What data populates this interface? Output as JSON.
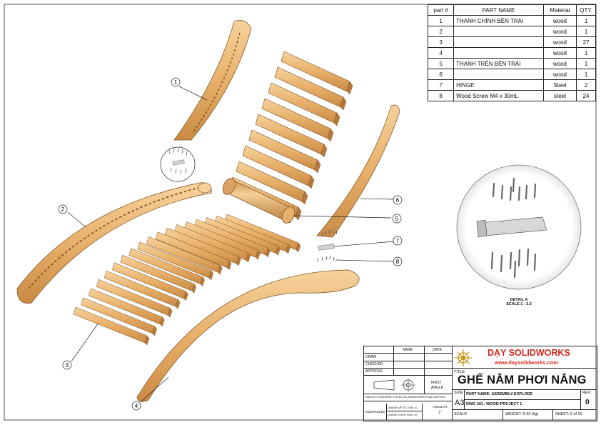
{
  "bom": {
    "headers": [
      "part #",
      "PART NAME",
      "Material",
      "QTY."
    ],
    "rows": [
      {
        "num": "1",
        "name": "THANH CHÍNH BÊN TRÁI",
        "material": "wood",
        "qty": "1"
      },
      {
        "num": "2",
        "name": "",
        "material": "wood",
        "qty": "1"
      },
      {
        "num": "3",
        "name": "",
        "material": "wood",
        "qty": "27"
      },
      {
        "num": "4",
        "name": "",
        "material": "wood",
        "qty": "1"
      },
      {
        "num": "5",
        "name": "THANH TRÊN BÊN TRÁI",
        "material": "wood",
        "qty": "1"
      },
      {
        "num": "6",
        "name": "",
        "material": "wood",
        "qty": "1"
      },
      {
        "num": "7",
        "name": "HINGE",
        "material": "Steel",
        "qty": "2"
      },
      {
        "num": "8",
        "name": "Wood Screw M4 x 30mL",
        "material": "steel",
        "qty": "24"
      }
    ]
  },
  "balloons": [
    "1",
    "2",
    "3",
    "4",
    "5",
    "6",
    "7",
    "8"
  ],
  "detail": {
    "caption_line1": "DETAIL A",
    "caption_line2": "SCALE 1 : 2.5"
  },
  "title_block": {
    "col_name": "NAME",
    "col_date": "DATE",
    "row_draw": "DRAW",
    "row_checked": "CHECKED",
    "row_approve": "APPROVE",
    "projection_line1": "FIRST",
    "projection_line2": "ANGLE",
    "note": "UNLESS OTHERWISE STATED ALL DIMENSIONS IN MILLIMETERS",
    "tolerance_label": "TOLERANCES",
    "linear_up": "LINEAR UP TO 1000: ±1",
    "linear_over": "LINEAR OVER 1000: ±2",
    "angular_label": "ANGULAR:",
    "angular_value": "1°",
    "brand": "DẠY SOLIDWORKS",
    "url": "www.daysolidworks.com",
    "title_label": "TITLE:",
    "title": "GHẾ NẰM PHƠI NẮNG",
    "size_label": "SIZE:",
    "size": "A3",
    "part_name": "PART NAME: ASSEMBLY-EXPLODE",
    "dwg_no": "DWG NO.: WOOD-PROJECT 1",
    "rev_label": "REV:",
    "rev": "0",
    "scale_label": "SCALE:",
    "weight": "WEIGHT: 6.43 (kg)",
    "sheet": "SHEET: 2 of 10"
  },
  "colors": {
    "wood": "#e8b06a",
    "wood_dark": "#b9793a",
    "wood_light": "#f5d09a",
    "line": "#222222",
    "brand": "#d2281c",
    "steel": "#c9c9c9"
  }
}
